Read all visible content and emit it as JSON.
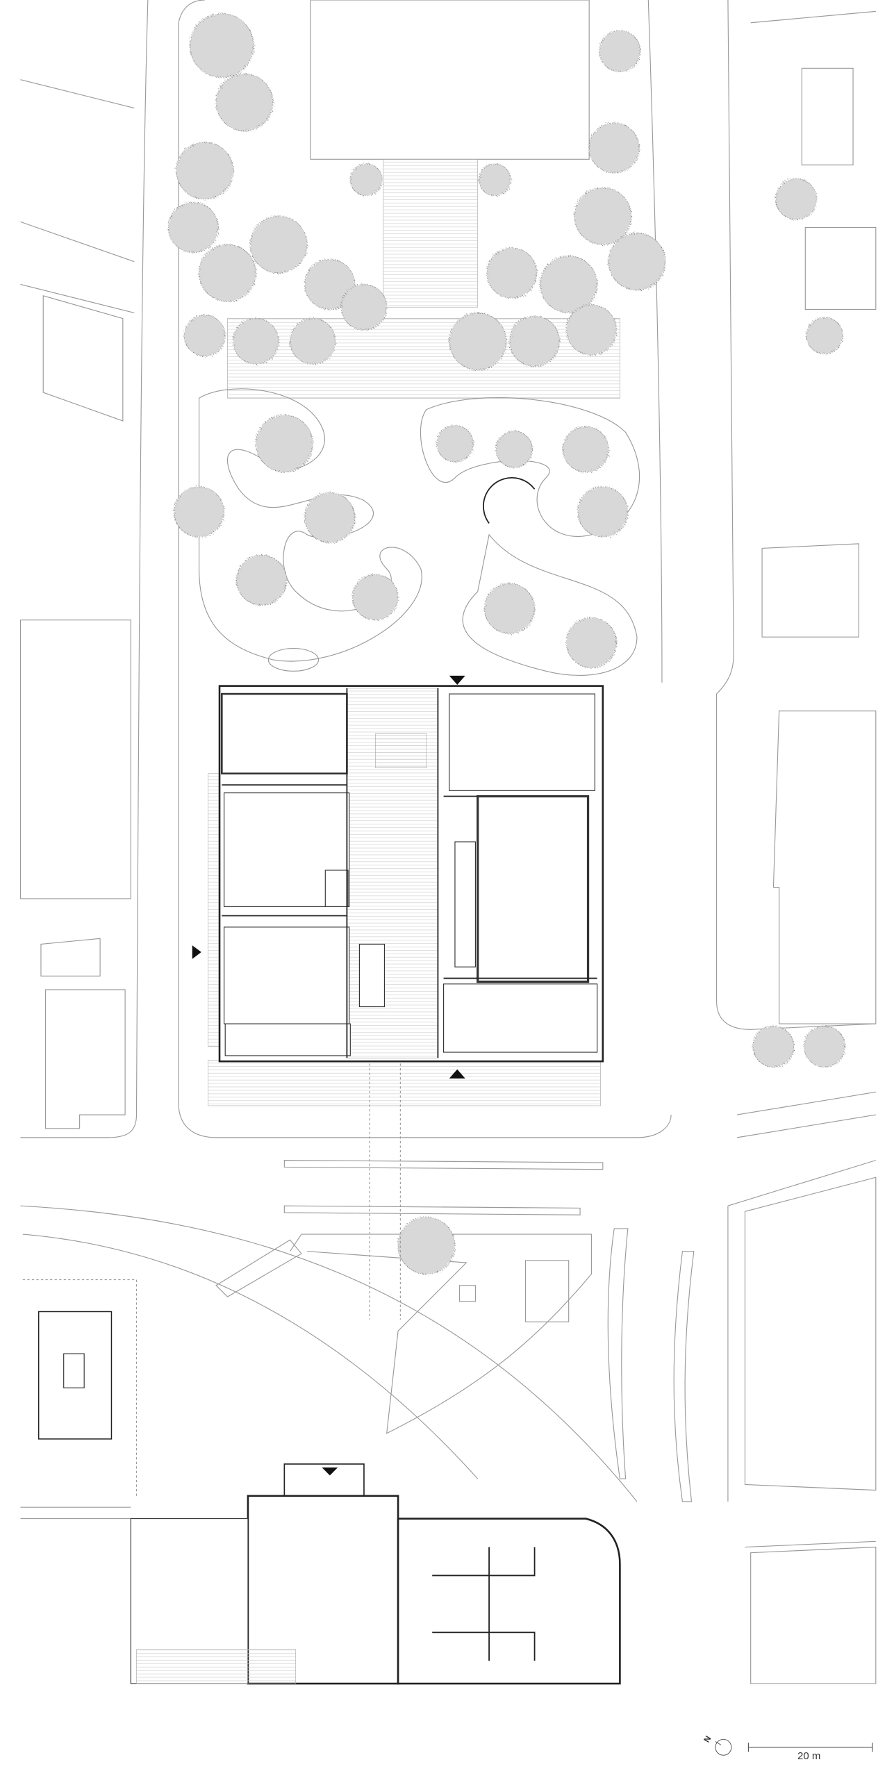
{
  "drawing": {
    "type": "site plan",
    "scale_bar": {
      "label": "20 m",
      "value_m": 20
    },
    "north_arrow": {
      "label": "N"
    }
  }
}
